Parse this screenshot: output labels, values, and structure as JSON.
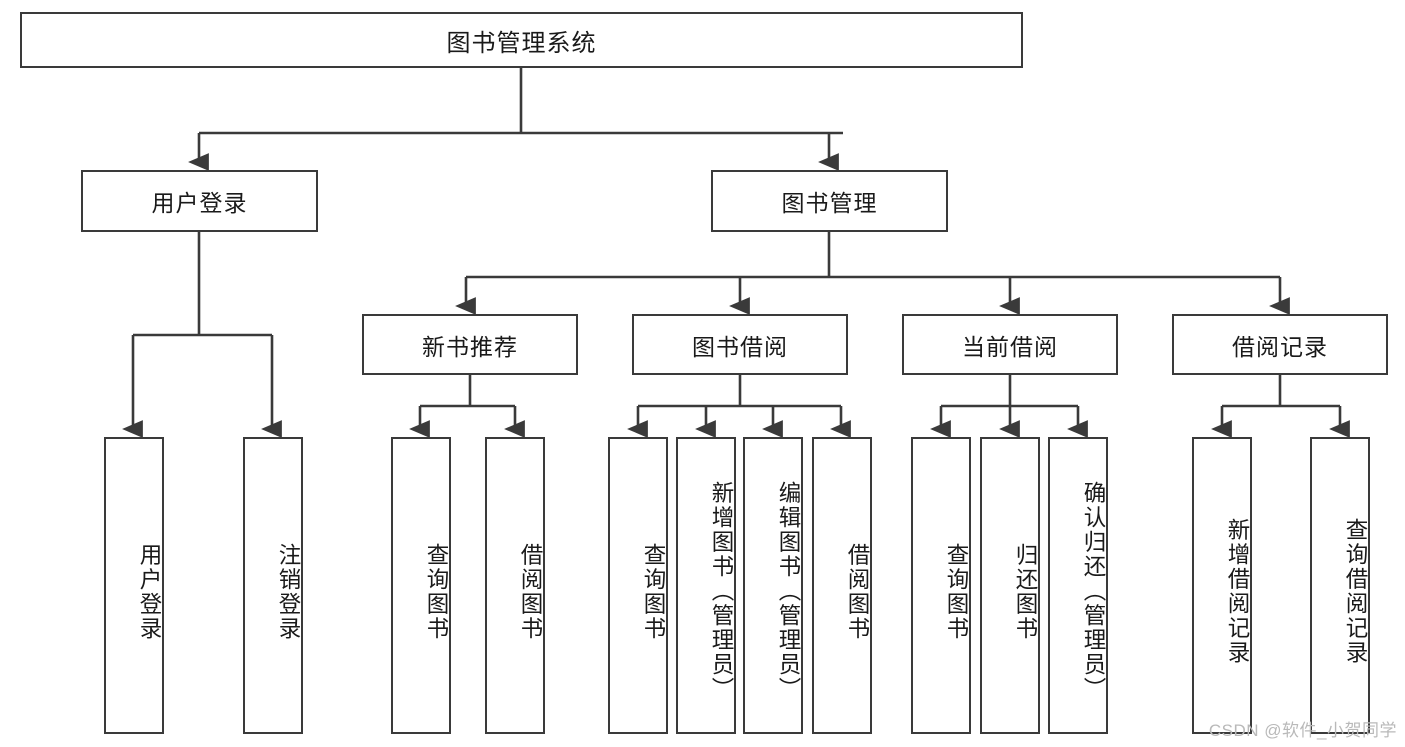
{
  "diagram": {
    "title": "图书管理系统",
    "type": "hierarchy-tree",
    "watermark": "CSDN @软件_小贺同学",
    "colors": {
      "stroke": "#3a3a3a",
      "fill": "#ffffff",
      "text": "#1a1a1a",
      "watermark": "#b9b9b9"
    },
    "nodes": {
      "root": {
        "label": "图书管理系统"
      },
      "level2": [
        {
          "id": "user-login",
          "label": "用户登录"
        },
        {
          "id": "book-management",
          "label": "图书管理"
        }
      ],
      "level3": [
        {
          "id": "new-book-recommend",
          "label": "新书推荐"
        },
        {
          "id": "book-borrow",
          "label": "图书借阅"
        },
        {
          "id": "current-borrow",
          "label": "当前借阅"
        },
        {
          "id": "borrow-record",
          "label": "借阅记录"
        }
      ],
      "leaves": [
        {
          "id": "leaf-user-login",
          "label": "用户登录",
          "parent": "user-login"
        },
        {
          "id": "leaf-logout-login",
          "label": "注销登录",
          "parent": "user-login"
        },
        {
          "id": "leaf-query-book-1",
          "label": "查询图书",
          "parent": "new-book-recommend"
        },
        {
          "id": "leaf-borrow-book-1",
          "label": "借阅图书",
          "parent": "new-book-recommend"
        },
        {
          "id": "leaf-query-book-2",
          "label": "查询图书",
          "parent": "book-borrow"
        },
        {
          "id": "leaf-add-book",
          "label": "新增图书（管理员）",
          "parent": "book-borrow"
        },
        {
          "id": "leaf-edit-book",
          "label": "编辑图书（管理员）",
          "parent": "book-borrow"
        },
        {
          "id": "leaf-borrow-book-2",
          "label": "借阅图书",
          "parent": "book-borrow"
        },
        {
          "id": "leaf-query-book-3",
          "label": "查询图书",
          "parent": "current-borrow"
        },
        {
          "id": "leaf-return-book",
          "label": "归还图书",
          "parent": "current-borrow"
        },
        {
          "id": "leaf-confirm-return",
          "label": "确认归还（管理员）",
          "parent": "current-borrow"
        },
        {
          "id": "leaf-add-record",
          "label": "新增借阅记录",
          "parent": "borrow-record"
        },
        {
          "id": "leaf-query-record",
          "label": "查询借阅记录",
          "parent": "borrow-record"
        }
      ]
    }
  }
}
